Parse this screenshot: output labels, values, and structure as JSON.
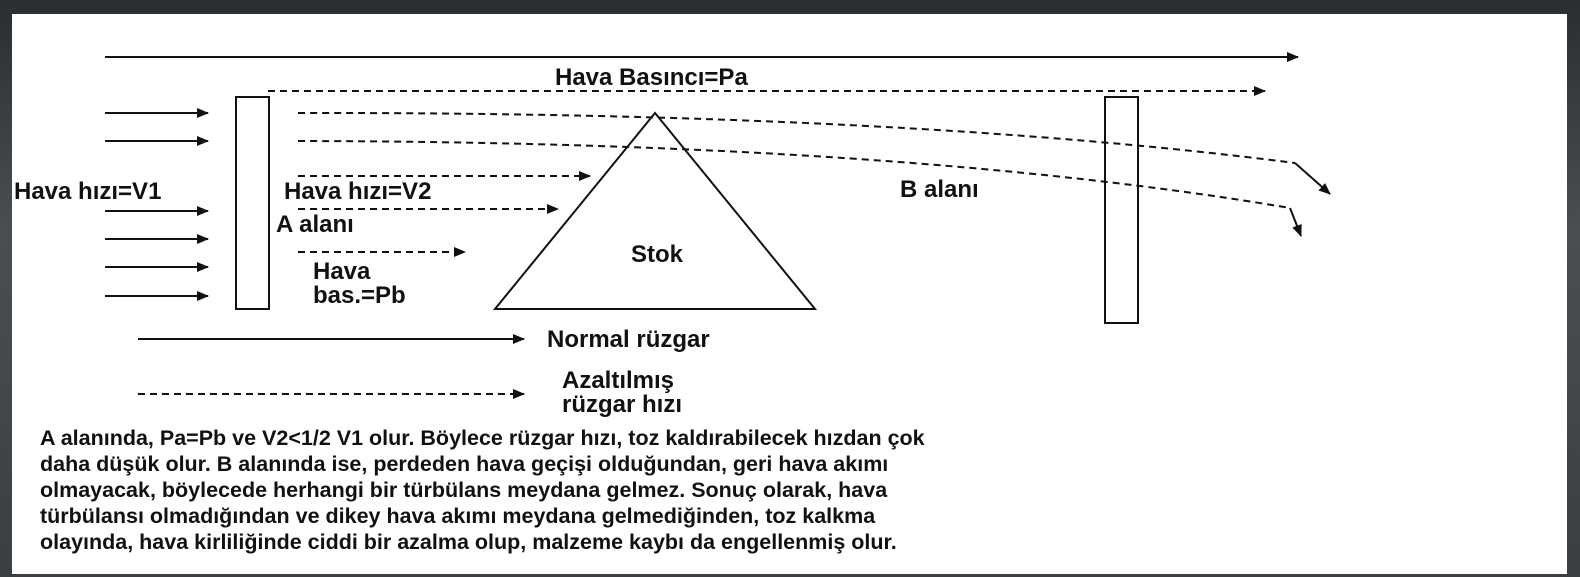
{
  "labels": {
    "air_pressure_pa": "Hava Basıncı=Pa",
    "air_speed_v1": "Hava hızı=V1",
    "air_speed_v2": "Hava hızı=V2",
    "area_a": "A alanı",
    "air_pressure_pb_line1": "Hava",
    "air_pressure_pb_line2": "bas.=Pb",
    "stock": "Stok",
    "area_b": "B alanı"
  },
  "legend": {
    "normal_wind": "Normal rüzgar",
    "reduced_wind_line1": "Azaltılmış",
    "reduced_wind_line2": "rüzgar hızı"
  },
  "caption": {
    "lines": [
      "A alanında, Pa=Pb ve V2<1/2 V1 olur. Böylece rüzgar hızı, toz kaldırabilecek hızdan çok",
      "daha düşük olur. B alanında ise, perdeden hava geçişi olduğundan, geri hava akımı",
      "olmayacak, böylecede herhangi bir türbülans meydana gelmez. Sonuç olarak, hava",
      "türbülansı olmadığından ve dikey hava akımı meydana gelmediğinden, toz kalkma",
      "olayında, hava kirliliğinde ciddi bir azalma olup, malzeme kaybı da engellenmiş olur."
    ]
  },
  "colors": {
    "ink": "#111111",
    "panel": "#ffffff"
  }
}
